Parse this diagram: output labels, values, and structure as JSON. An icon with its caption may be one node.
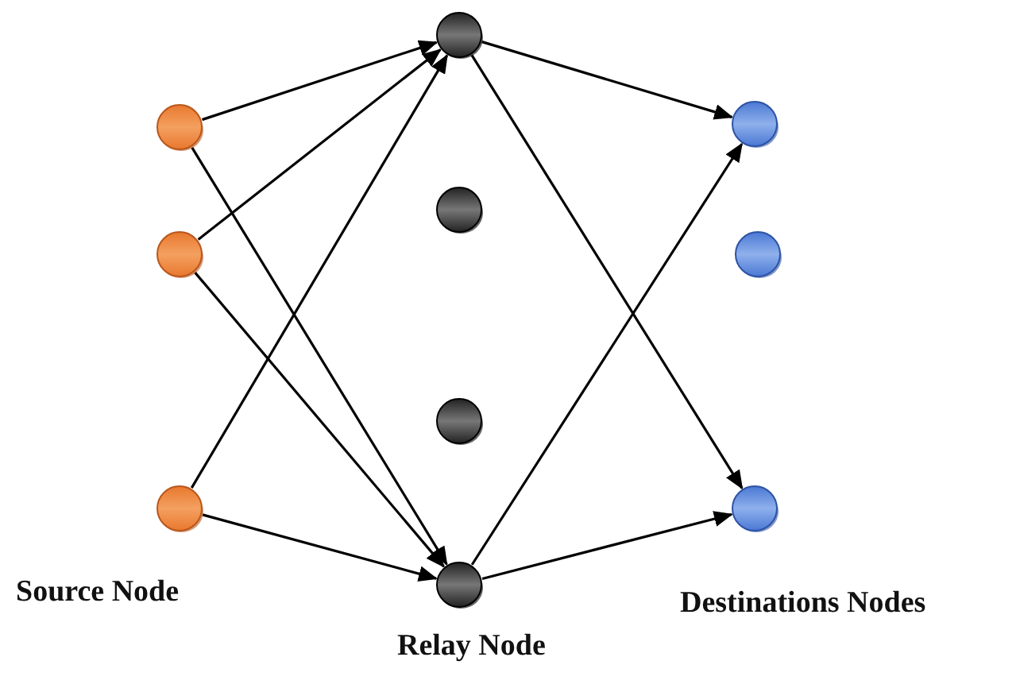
{
  "diagram": {
    "nodes": [
      {
        "text": [],
        "shape": "circle"
      },
      {
        "text": [],
        "shape": "circle"
      },
      {
        "text": [],
        "shape": "circle"
      },
      {
        "text": [],
        "shape": "circle"
      },
      {
        "text": [],
        "shape": "circle"
      },
      {
        "text": [],
        "shape": "circle"
      },
      {
        "text": [],
        "shape": "circle"
      },
      {
        "text": [],
        "shape": "circle"
      },
      {
        "text": [],
        "shape": "circle"
      },
      {
        "text": [],
        "shape": "circle"
      }
    ],
    "edges": [
      {
        "from": 0,
        "to": 3,
        "arrow": "to"
      },
      {
        "from": 0,
        "to": 6,
        "arrow": "to"
      },
      {
        "from": 1,
        "to": 3,
        "arrow": "to"
      },
      {
        "from": 1,
        "to": 6,
        "arrow": "to"
      },
      {
        "from": 2,
        "to": 3,
        "arrow": "to"
      },
      {
        "from": 2,
        "to": 6,
        "arrow": "to"
      },
      {
        "from": 3,
        "to": 7,
        "arrow": "to"
      },
      {
        "from": 3,
        "to": 9,
        "arrow": "to"
      },
      {
        "from": 6,
        "to": 7,
        "arrow": "to"
      },
      {
        "from": 6,
        "to": 9,
        "arrow": "to"
      }
    ],
    "labels": [
      "Source Node",
      "Relay Node",
      "Destinations Nodes"
    ]
  }
}
